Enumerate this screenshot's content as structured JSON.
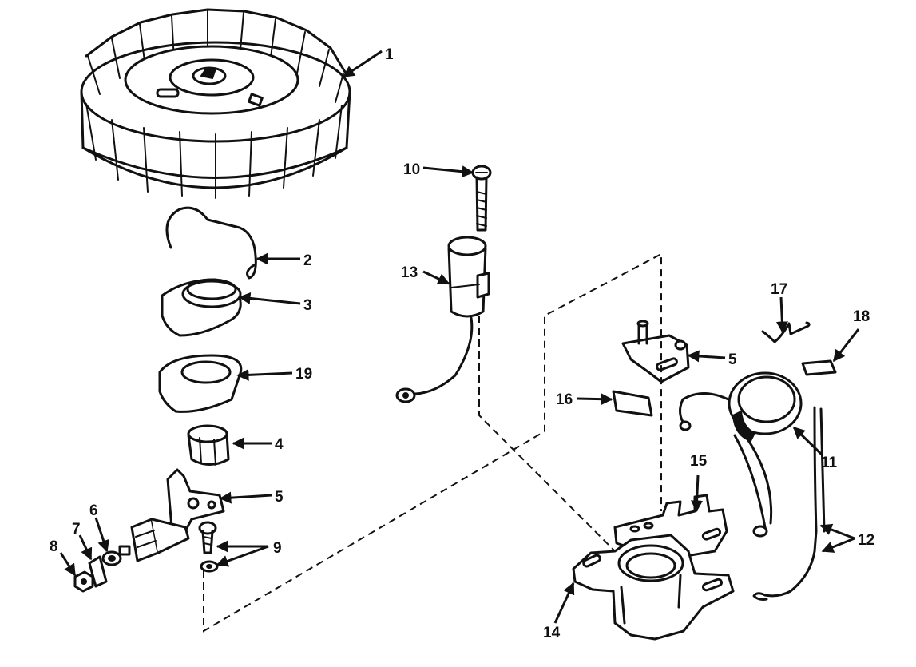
{
  "diagram": {
    "callouts": {
      "c1": "1",
      "c2": "2",
      "c3": "3",
      "c4": "4",
      "c5a": "5",
      "c5b": "5",
      "c6": "6",
      "c7": "7",
      "c8": "8",
      "c9": "9",
      "c10": "10",
      "c11": "11",
      "c12": "12",
      "c13": "13",
      "c14": "14",
      "c15": "15",
      "c16": "16",
      "c17": "17",
      "c18": "18",
      "c19": "19"
    },
    "parts": [
      {
        "id": "flywheel",
        "callout": "1"
      },
      {
        "id": "spring-clip",
        "callout": "2"
      },
      {
        "id": "cam-washer",
        "callout": "3"
      },
      {
        "id": "spacer-washer",
        "callout": "19"
      },
      {
        "id": "cam-bushing",
        "callout": "4"
      },
      {
        "id": "breaker-arm-lower",
        "callout": "5"
      },
      {
        "id": "breaker-arm-upper",
        "callout": "5"
      },
      {
        "id": "washer",
        "callout": "6"
      },
      {
        "id": "terminal",
        "callout": "7"
      },
      {
        "id": "nut",
        "callout": "8"
      },
      {
        "id": "screw-and-washer",
        "callout": "9"
      },
      {
        "id": "condenser-screw",
        "callout": "10"
      },
      {
        "id": "ignition-coil",
        "callout": "11"
      },
      {
        "id": "coil-leads",
        "callout": "12"
      },
      {
        "id": "condenser",
        "callout": "13"
      },
      {
        "id": "armature-base",
        "callout": "14"
      },
      {
        "id": "stator-plate",
        "callout": "15"
      },
      {
        "id": "felt-wick",
        "callout": "16"
      },
      {
        "id": "wire-clip",
        "callout": "17"
      },
      {
        "id": "clip-plate",
        "callout": "18"
      }
    ]
  }
}
